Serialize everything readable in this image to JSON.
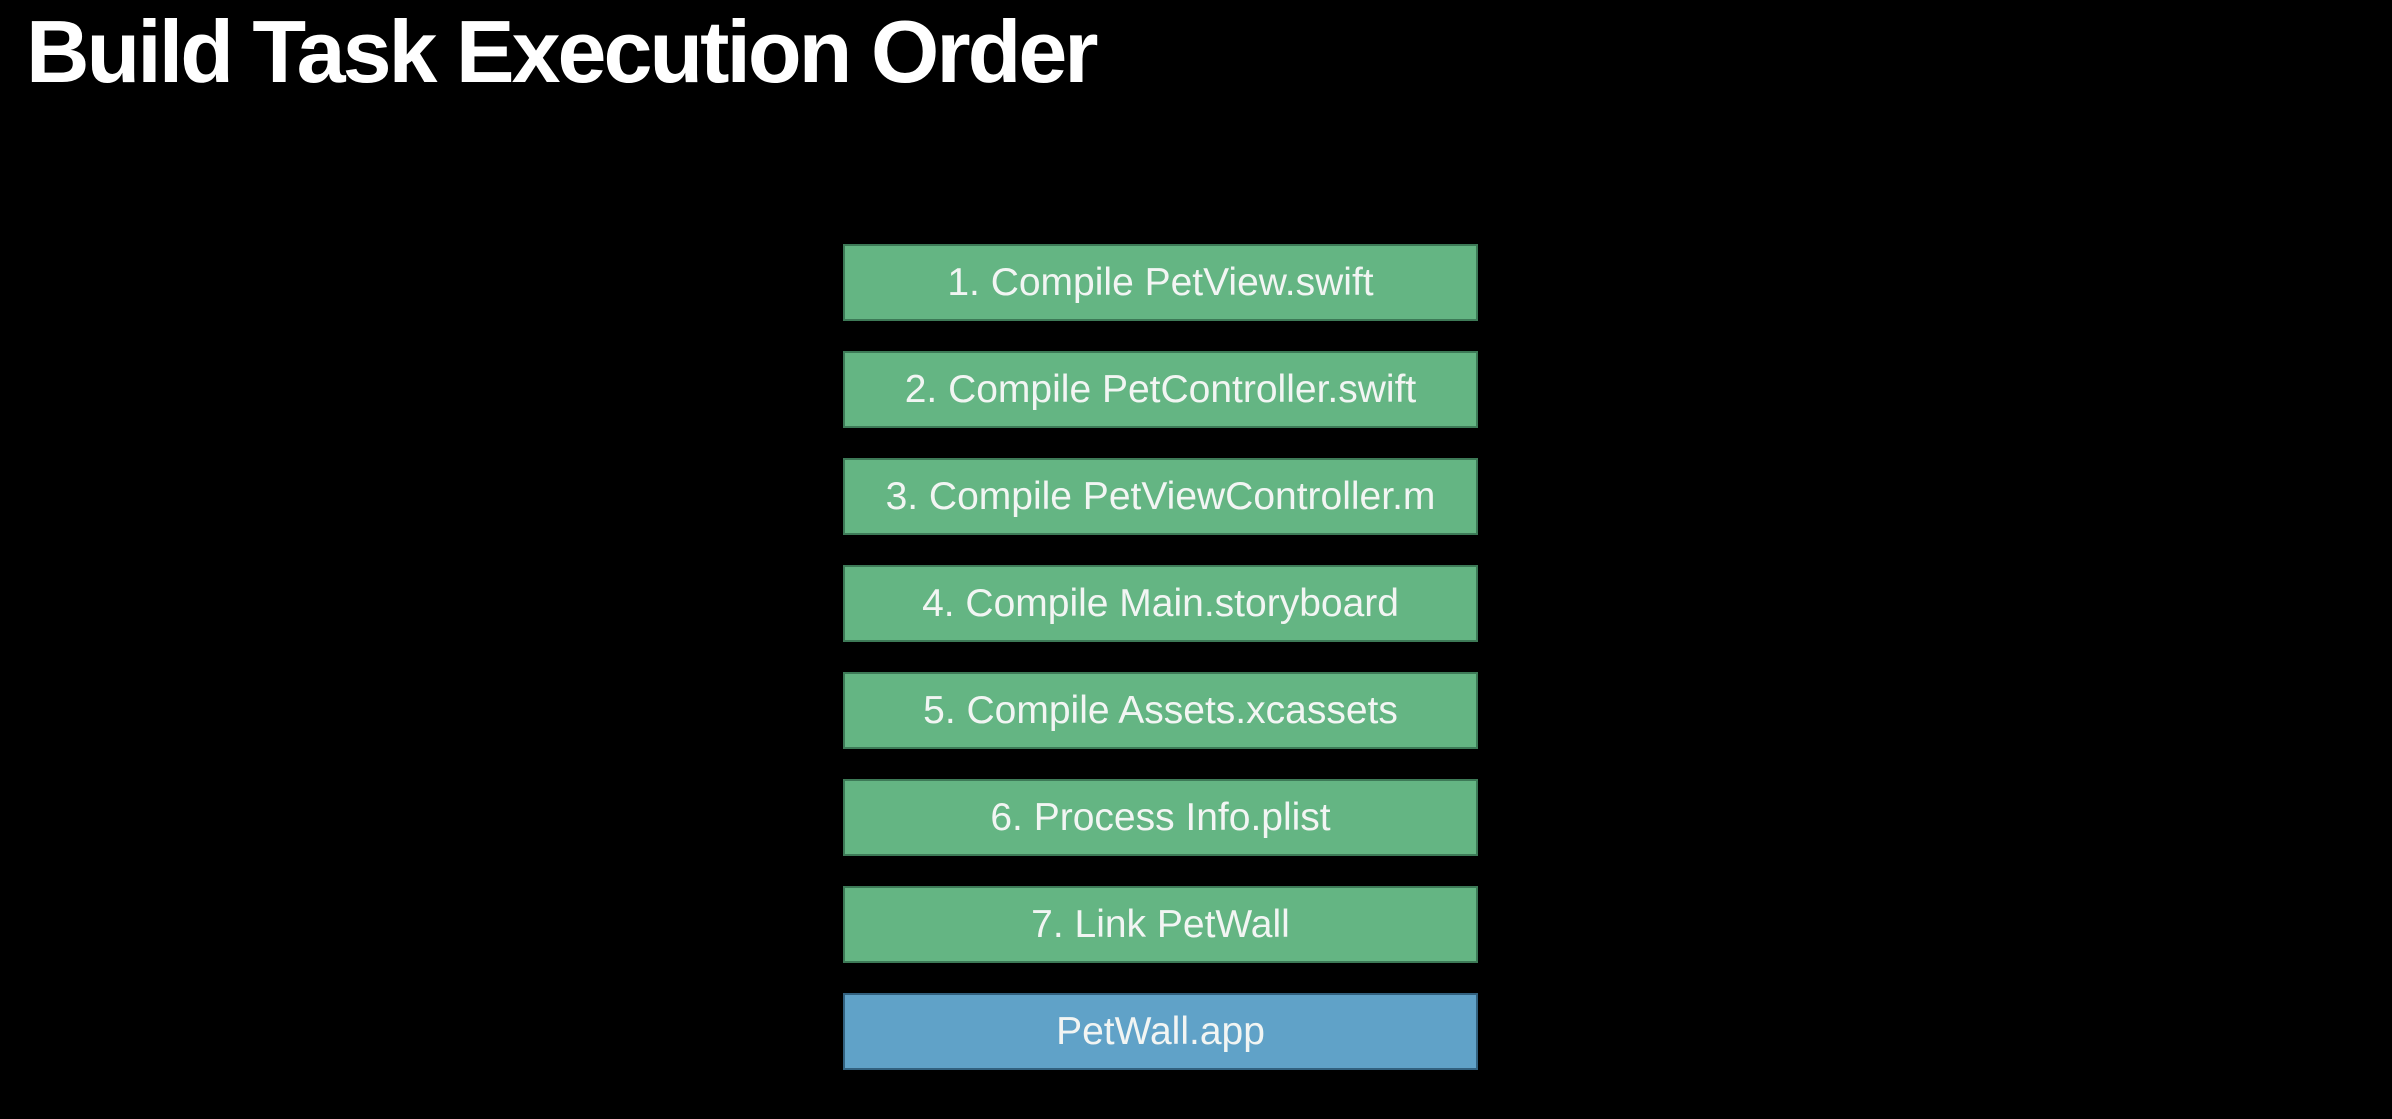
{
  "title": "Build Task Execution Order",
  "colors": {
    "background": "#000000",
    "title_text": "#ffffff",
    "task_fill": "#64b583",
    "task_border": "#3d7a57",
    "output_fill": "#60a2c8",
    "output_border": "#32617f",
    "box_text": "#f2f5f3"
  },
  "tasks": [
    {
      "label": "1. Compile PetView.swift"
    },
    {
      "label": "2. Compile PetController.swift"
    },
    {
      "label": "3. Compile PetViewController.m"
    },
    {
      "label": "4. Compile Main.storyboard"
    },
    {
      "label": "5. Compile Assets.xcassets"
    },
    {
      "label": "6. Process Info.plist"
    },
    {
      "label": "7. Link PetWall"
    }
  ],
  "output": {
    "label": "PetWall.app"
  }
}
